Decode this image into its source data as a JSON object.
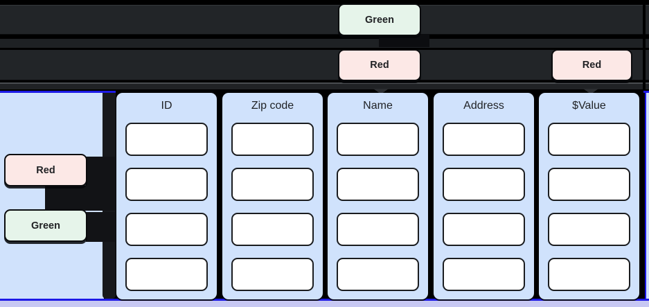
{
  "colors": {
    "background": "#000000",
    "track": "#222528",
    "track_thin": "#1e2124",
    "connector_bar": "#202225",
    "green_chip": "#e6f4ea",
    "red_chip": "#fce8e6",
    "chip_text": "#202124",
    "panel_blue": "#d0e2fc",
    "selection_blue": "#1d1ae6",
    "lavender_strip": "#c7c8f3",
    "cell_fill": "#ffffff",
    "cell_border": "#1a1c1f"
  },
  "top_chips": {
    "green": {
      "label": "Green"
    },
    "red_center": {
      "label": "Red"
    },
    "red_right": {
      "label": "Red"
    }
  },
  "side_chips": {
    "red": {
      "label": "Red"
    },
    "green": {
      "label": "Green"
    }
  },
  "table": {
    "headers": [
      "ID",
      "Zip code",
      "Name",
      "Address",
      "$Value"
    ],
    "row_count": 4,
    "cells_empty": true
  }
}
